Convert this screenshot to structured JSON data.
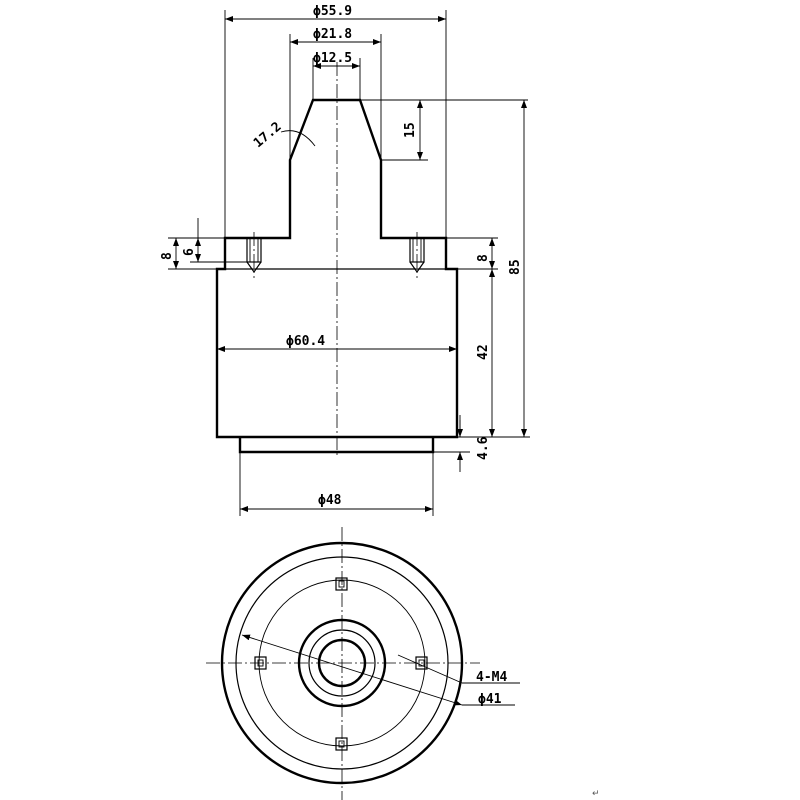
{
  "dimensions": {
    "top_width": "ϕ55.9",
    "mid_width": "ϕ21.8",
    "neck_width": "ϕ12.5",
    "cone_angle": "17.2",
    "cone_height": "15",
    "body_diameter": "ϕ60.4",
    "total_height": "85",
    "flange_height_right": "8",
    "body_height": "42",
    "base_height": "4.6",
    "base_diameter": "ϕ48",
    "pin_outer": "8",
    "pin_inner": "6",
    "thread_callout": "4-M4",
    "bolt_circle": "ϕ41"
  },
  "footnote": "↵"
}
